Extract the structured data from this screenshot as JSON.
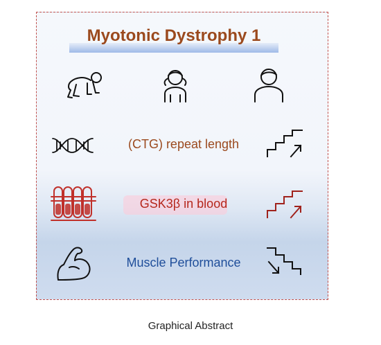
{
  "title": "Myotonic Dystrophy 1",
  "rows": {
    "ctg": {
      "label": "(CTG) repeat length",
      "trend": "increase"
    },
    "gsk": {
      "label": "GSK3β in blood",
      "trend": "increase"
    },
    "muscle": {
      "label": "Muscle Performance",
      "trend": "decrease"
    }
  },
  "caption": "Graphical Abstract",
  "colors": {
    "title": "#9b4a1e",
    "ctg_label": "#9b4a1e",
    "gsk_label": "#b5271c",
    "muscle_label": "#1f4e9a",
    "border": "#c0504d",
    "tube_red": "#c0302a"
  },
  "icons": [
    "crawling-baby-icon",
    "girl-icon",
    "adult-icon",
    "dna-helix-icon",
    "test-tubes-icon",
    "flexed-arm-icon",
    "stairs-up-arrow-icon",
    "stairs-down-arrow-icon"
  ]
}
